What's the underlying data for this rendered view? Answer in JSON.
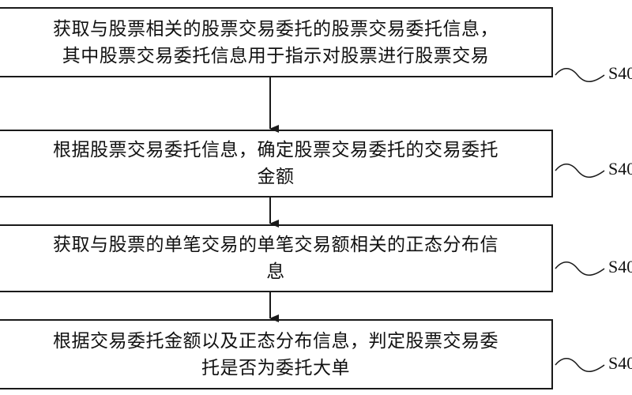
{
  "steps": [
    {
      "lines": [
        "获取与股票相关的股票交易委托的股票交易委托信息，",
        "其中股票交易委托信息用于指示对股票进行股票交易"
      ],
      "label": "S40"
    },
    {
      "lines": [
        "根据股票交易委托信息，确定股票交易委托的交易委托",
        "金额"
      ],
      "label": "S40"
    },
    {
      "lines": [
        "获取与股票的单笔交易的单笔交易额相关的正态分布信",
        "息"
      ],
      "label": "S40"
    },
    {
      "lines": [
        "根据交易委托金额以及正态分布信息，判定股票交易委",
        "托是否为委托大单"
      ],
      "label": "S40"
    }
  ]
}
